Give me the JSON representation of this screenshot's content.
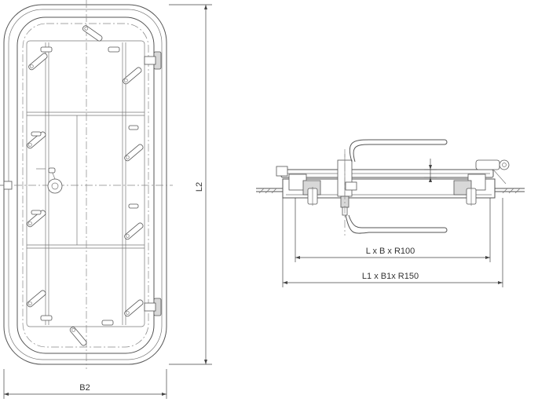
{
  "labels": {
    "width": "B2",
    "height": "L2",
    "inner_size": "L x B x R100",
    "outer_size": "L1 x B1x R150"
  },
  "colors": {
    "line": "#555555",
    "background": "#ffffff"
  }
}
